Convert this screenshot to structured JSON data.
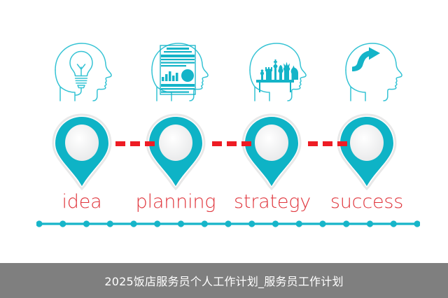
{
  "colors": {
    "teal": "#0eb3c6",
    "teal_light": "#35c3d4",
    "pin_inner": "#eeeeee",
    "accent_red": "#ee1c24",
    "label_red": "#e0353c",
    "caption_bar_bg": "#7f7f7f",
    "background": "#ffffff"
  },
  "infographic": {
    "type": "four-step-process",
    "steps": [
      {
        "label": "idea",
        "icon": "head-lightbulb-icon"
      },
      {
        "label": "planning",
        "icon": "head-document-chart-icon"
      },
      {
        "label": "strategy",
        "icon": "head-chess-pieces-icon"
      },
      {
        "label": "success",
        "icon": "head-up-arrow-icon"
      }
    ],
    "connector": {
      "style": "red-dashed",
      "count": 3
    },
    "rail": {
      "style": "teal-dotted-line",
      "dot_count": 17
    }
  },
  "caption": {
    "text": "2025饭店服务员个人工作计划_服务员工作计划"
  }
}
